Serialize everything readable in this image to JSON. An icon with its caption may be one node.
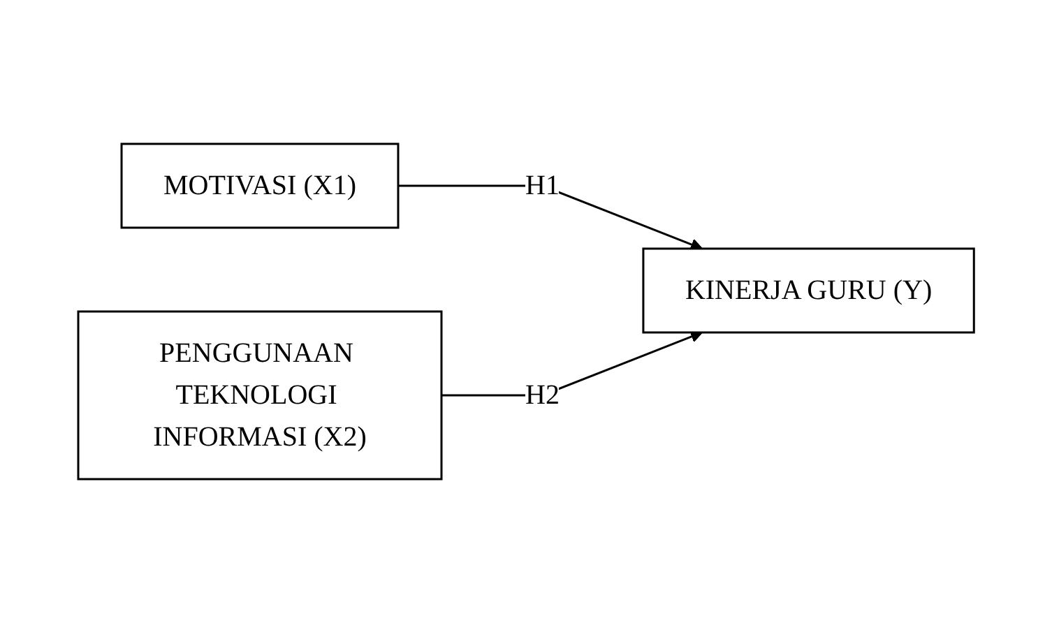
{
  "diagram": {
    "nodes": [
      {
        "text": [
          "MOTIVASI (X1)"
        ]
      },
      {
        "text": [
          "KINERJA GURU (Y)"
        ]
      },
      {
        "text": [
          "PENGGUNAAN TEKNOLOGI INFORMASI (X2)"
        ]
      }
    ],
    "edges": [
      {
        "from": 0,
        "to": 1,
        "arrow": "to",
        "label": "H1"
      },
      {
        "from": 2,
        "to": 1,
        "arrow": "to",
        "label": "H2"
      }
    ]
  }
}
